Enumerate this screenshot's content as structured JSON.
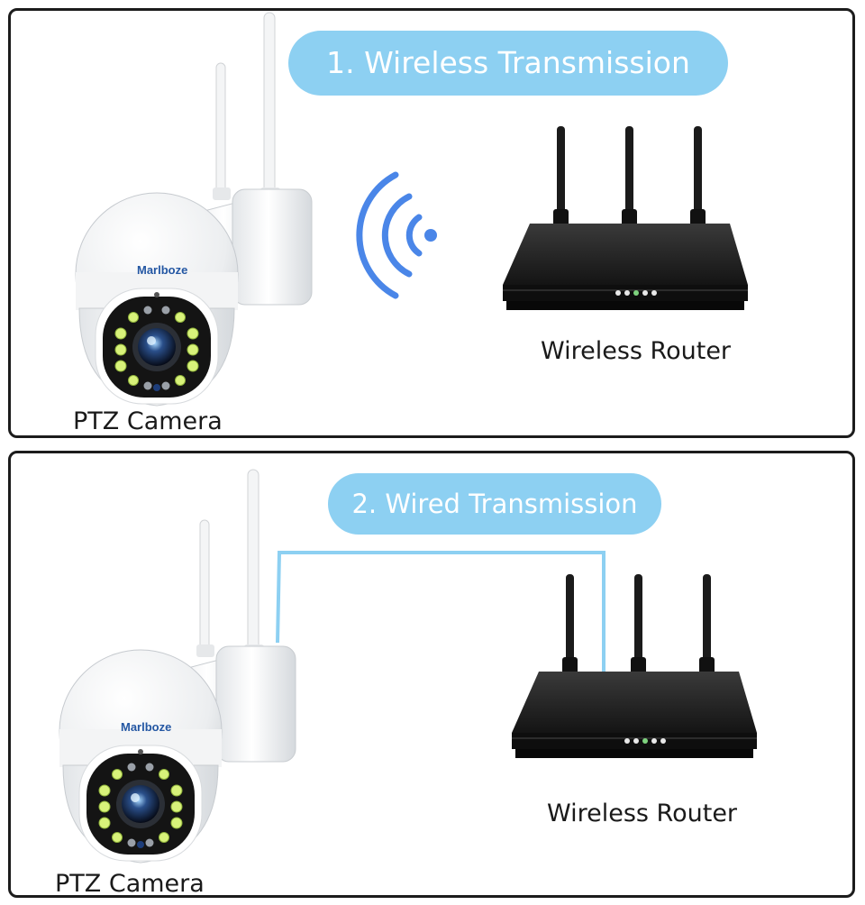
{
  "panels": [
    {
      "title": "1. Wireless Transmission",
      "router_label": "Wireless Router",
      "camera_label": "PTZ Camera",
      "camera_brand": "Marlboze",
      "connection": "wireless-signal"
    },
    {
      "title": "2. Wired Transmission",
      "router_label": "Wireless Router",
      "camera_label": "PTZ Camera",
      "camera_brand": "Marlboze",
      "connection": "cable"
    }
  ],
  "colors": {
    "pill": "#8dd0f2",
    "signal": "#4a86e8",
    "cable": "#8dd0f2",
    "router": "#1e1e1e",
    "panel_border": "#1c1c1c"
  },
  "icons": [
    "ptz-camera-icon",
    "wifi-signal-icon",
    "router-icon",
    "cable-line"
  ]
}
